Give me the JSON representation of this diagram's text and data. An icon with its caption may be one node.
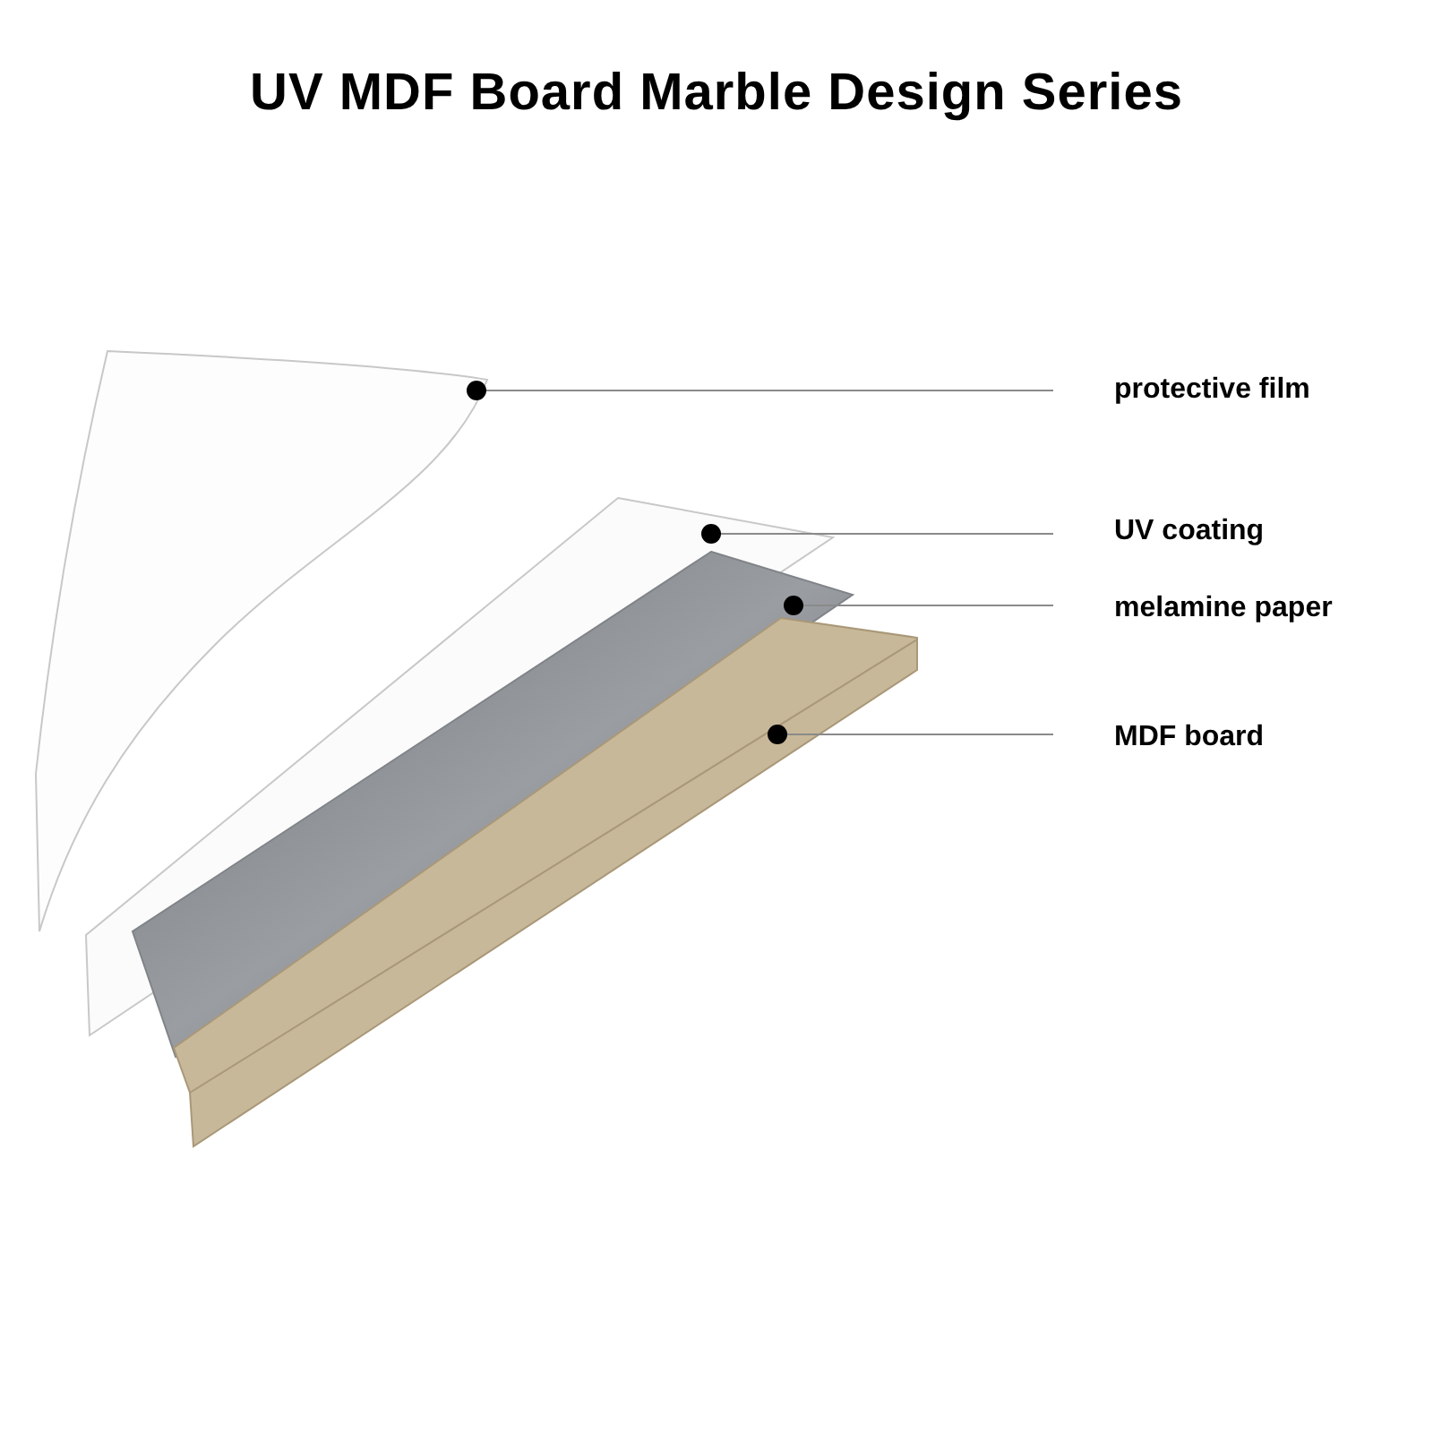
{
  "diagram": {
    "title": "UV MDF Board Marble Design Series",
    "nodes": [
      {
        "text": [],
        "shape": "picture"
      },
      {
        "text": [],
        "shape": "picture"
      },
      {
        "text": [],
        "shape": "picture"
      },
      {
        "text": [],
        "shape": "picture"
      },
      {
        "text": [
          "protective film"
        ]
      },
      {
        "text": [
          "UV coating"
        ]
      },
      {
        "text": [
          "melamine paper"
        ]
      },
      {
        "text": [
          "MDF board"
        ]
      }
    ],
    "edges": [
      {
        "from": 4,
        "to": 0,
        "arrow": "other"
      },
      {
        "from": 5,
        "to": 1,
        "arrow": "other"
      },
      {
        "from": 6,
        "to": 2,
        "arrow": "other"
      },
      {
        "from": 7,
        "to": 3,
        "arrow": "other"
      }
    ]
  }
}
